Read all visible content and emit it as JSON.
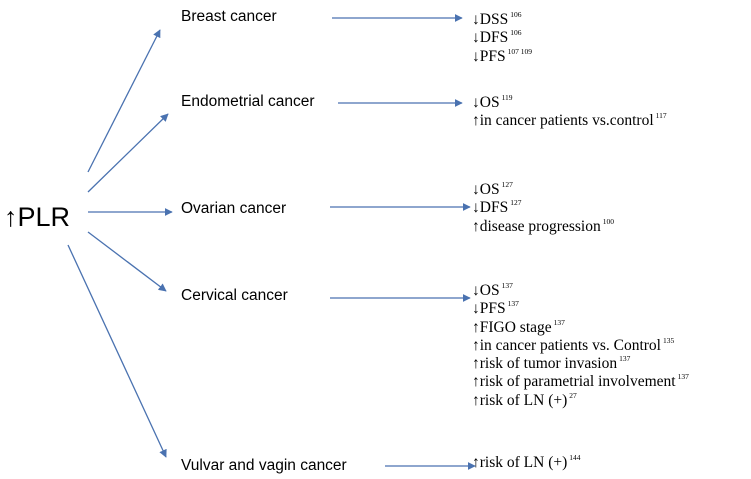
{
  "colors": {
    "arrow": "#4a72b0",
    "text": "#000000"
  },
  "source_label": "↑PLR",
  "groups": [
    {
      "cancer": "Breast cancer",
      "outcomes": [
        {
          "text": "↓DSS",
          "ref": "106"
        },
        {
          "text": "↓DFS",
          "ref": "106"
        },
        {
          "text": "↓PFS",
          "ref": "107 109"
        }
      ]
    },
    {
      "cancer": "Endometrial cancer",
      "outcomes": [
        {
          "text": "↓OS",
          "ref": "119"
        },
        {
          "text": "↑in  cancer patients vs.control",
          "ref": "117"
        }
      ]
    },
    {
      "cancer": "Ovarian cancer",
      "outcomes": [
        {
          "text": "↓OS",
          "ref": "127"
        },
        {
          "text": "↓DFS",
          "ref": "127"
        },
        {
          "text": "↑disease  progression",
          "ref": "100"
        }
      ]
    },
    {
      "cancer": "Cervical cancer",
      "outcomes": [
        {
          "text": "↓OS",
          "ref": "137"
        },
        {
          "text": "↓PFS",
          "ref": "137"
        },
        {
          "text": "↑FIGO stage",
          "ref": "137"
        },
        {
          "text": "↑in  cancer patients vs. Control",
          "ref": "135"
        },
        {
          "text": "↑risk of tumor invasion",
          "ref": "137"
        },
        {
          "text": "↑risk of parametrial involvement",
          "ref": "137"
        },
        {
          "text": "↑risk of LN (+)",
          "ref": "27"
        }
      ]
    },
    {
      "cancer": "Vulvar and vagin cancer",
      "outcomes": [
        {
          "text": "↑risk  of LN (+)",
          "ref": "144"
        }
      ]
    }
  ]
}
